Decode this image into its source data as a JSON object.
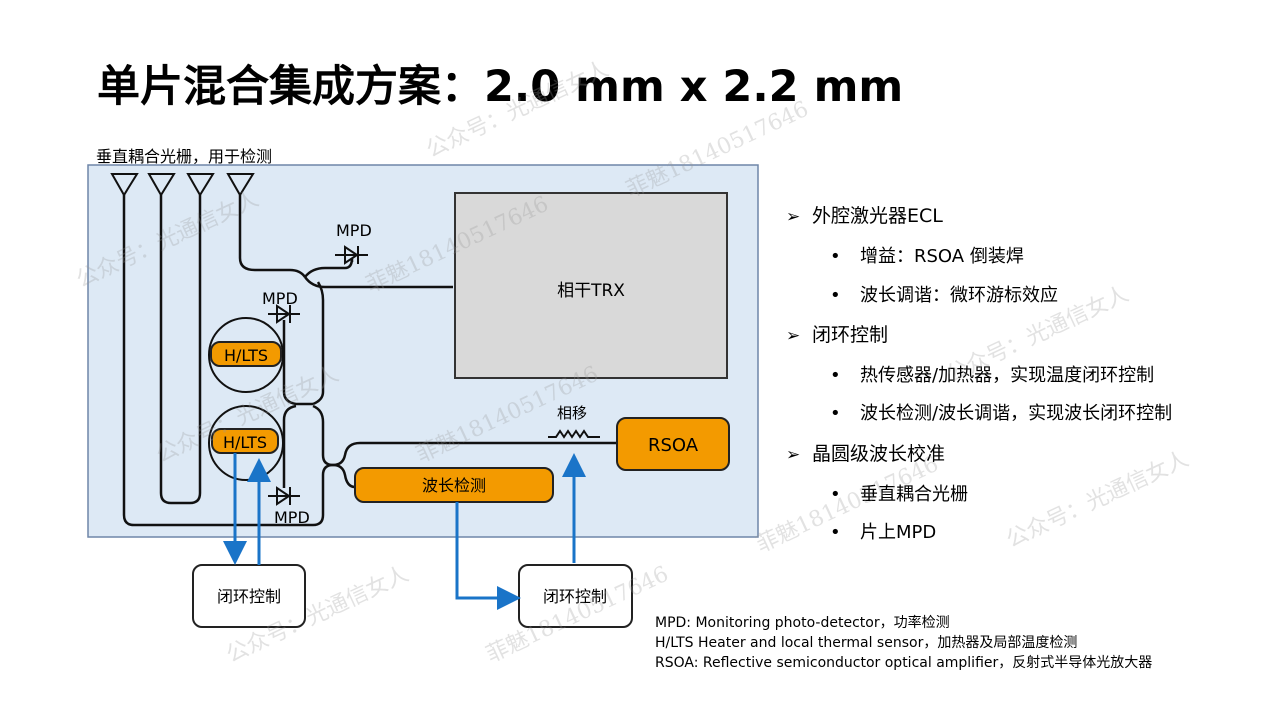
{
  "title": "单片混合集成方案：2.0 mm x 2.2 mm",
  "diagram": {
    "grating_label": "垂直耦合光栅，用于检测",
    "mpd_label": "MPD",
    "trx_label": "相干TRX",
    "hlts_label": "H/LTS",
    "phase_label": "相移",
    "rsoa_label": "RSOA",
    "wavelength_detect_label": "波长检测",
    "loop_control_label": "闭环控制",
    "colors": {
      "chip": "#dde9f5",
      "orange": "#f39a00",
      "arrow": "#1a74c8",
      "trx": "#d9d9d9"
    }
  },
  "bullets": [
    {
      "level": 1,
      "text": "外腔激光器ECL"
    },
    {
      "level": 2,
      "text": "增益：RSOA 倒装焊"
    },
    {
      "level": 2,
      "text": "波长调谐：微环游标效应"
    },
    {
      "level": 1,
      "text": "闭环控制"
    },
    {
      "level": 2,
      "text": "热传感器/加热器，实现温度闭环控制"
    },
    {
      "level": 2,
      "text": "波长检测/波长调谐，实现波长闭环控制"
    },
    {
      "level": 1,
      "text": "晶圆级波长校准"
    },
    {
      "level": 2,
      "text": "垂直耦合光栅"
    },
    {
      "level": 2,
      "text": "片上MPD"
    }
  ],
  "bullet_markers": {
    "level1": "➢",
    "level2": "•"
  },
  "legend": [
    "MPD: Monitoring photo-detector，功率检测",
    "H/LTS Heater and local thermal sensor，加热器及局部温度检测",
    "RSOA: Reflective semiconductor optical amplifier，反射式半导体光放大器"
  ],
  "watermark": [
    "公众号：光通信女人",
    "菲魅18140517646"
  ]
}
